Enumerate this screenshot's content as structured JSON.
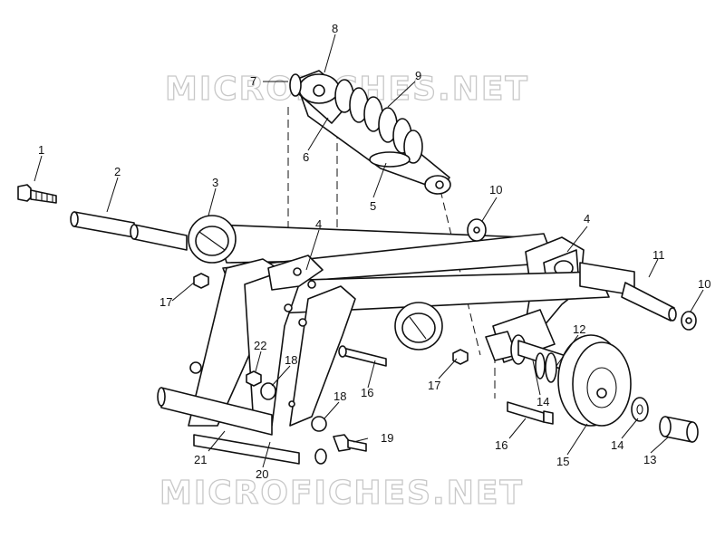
{
  "watermark": {
    "text": "MICROFICHES.NET"
  },
  "callouts": [
    "8",
    "7",
    "9",
    "6",
    "5",
    "1",
    "2",
    "3",
    "10",
    "4",
    "4",
    "11",
    "10",
    "17",
    "12",
    "22",
    "18",
    "16",
    "17",
    "14",
    "18",
    "16",
    "14",
    "13",
    "15",
    "19",
    "21",
    "20"
  ],
  "parts": {
    "spring": "coil-spring",
    "shock": "shock-absorber",
    "front_bolt": "bolt",
    "front_shaft": "shaft",
    "front_bushing": "pivot-bushing",
    "front_arm": "front-arm",
    "rear_arm": "rear-arm",
    "mount_bracket": "mounting-bracket",
    "axle": "axle-shaft",
    "idler_wheel": "idler-wheel",
    "spacer": "spacer",
    "washer": "washer",
    "nut": "lock-nut"
  }
}
